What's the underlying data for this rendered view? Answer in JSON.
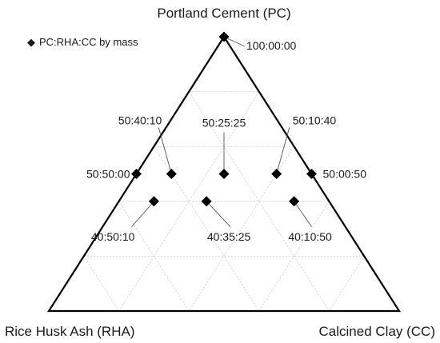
{
  "chart_data": {
    "type": "scatter",
    "subtype": "ternary",
    "title": "",
    "vertices": {
      "top": "Portland Cement (PC)",
      "left": "Rice Husk Ash (RHA)",
      "right": "Calcined Clay (CC)"
    },
    "components": [
      "PC",
      "RHA",
      "CC"
    ],
    "grid": true,
    "grid_step": 20,
    "legend": {
      "position": "top-left",
      "marker": "◆",
      "label": "PC:RHA:CC by mass"
    },
    "points": [
      {
        "label": "100:00:00",
        "pc": 100,
        "rha": 0,
        "cc": 0,
        "label_side": "right-down"
      },
      {
        "label": "50:50:00",
        "pc": 50,
        "rha": 50,
        "cc": 0,
        "label_side": "left"
      },
      {
        "label": "50:40:10",
        "pc": 50,
        "rha": 40,
        "cc": 10,
        "label_side": "up-left"
      },
      {
        "label": "50:25:25",
        "pc": 50,
        "rha": 25,
        "cc": 25,
        "label_side": "up"
      },
      {
        "label": "50:10:40",
        "pc": 50,
        "rha": 10,
        "cc": 40,
        "label_side": "up-right"
      },
      {
        "label": "50:00:50",
        "pc": 50,
        "rha": 0,
        "cc": 50,
        "label_side": "right"
      },
      {
        "label": "40:50:10",
        "pc": 40,
        "rha": 50,
        "cc": 10,
        "label_side": "down-left"
      },
      {
        "label": "40:35:25",
        "pc": 40,
        "rha": 35,
        "cc": 25,
        "label_side": "down"
      },
      {
        "label": "40:10:50",
        "pc": 40,
        "rha": 10,
        "cc": 50,
        "label_side": "down-right"
      }
    ],
    "colors": {
      "axis": "#000000",
      "grid": "#c8c8c8",
      "marker": "#000000",
      "leader": "#555555"
    }
  }
}
